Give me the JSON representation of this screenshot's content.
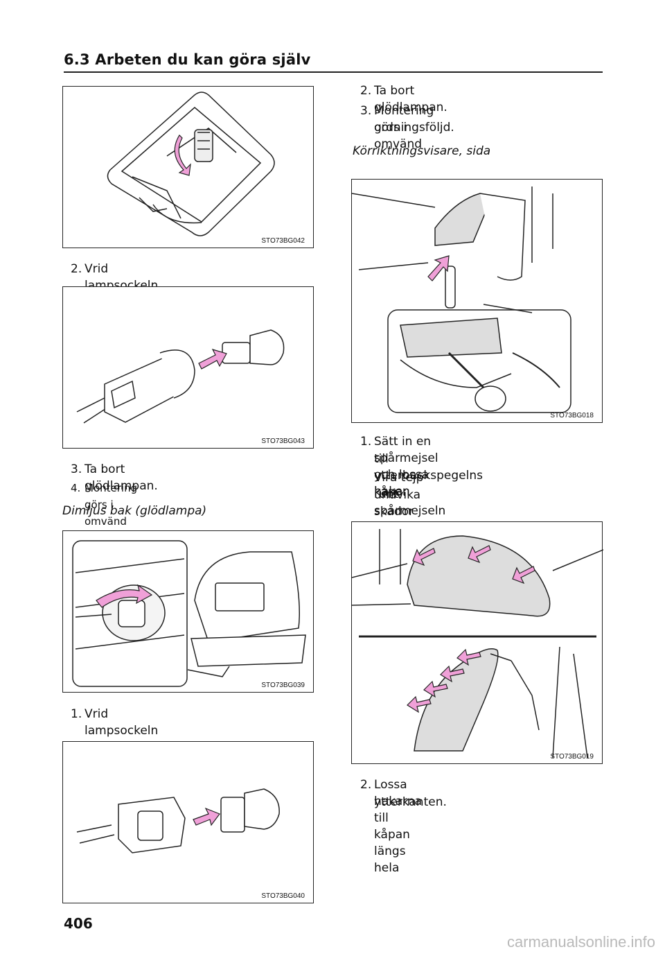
{
  "header": {
    "section_title": "6.3  Arbeten du kan göra själv"
  },
  "figures": {
    "fig1": "STO73BG042",
    "fig2": "STO73BG043",
    "fig3": "STO73BG039",
    "fig4": "STO73BG040",
    "fig5": "STO73BG018",
    "fig6": "STO73BG019"
  },
  "left": {
    "step_a": {
      "num": "2.",
      "text": "Vrid lampsockeln moturs."
    },
    "step_b": {
      "num": "3.",
      "text": "Ta bort glödlampan."
    },
    "step_c": {
      "num": "4.",
      "text": "Montering görs i omvänd ordningsföljd."
    },
    "subhead": "Dimljus bak (glödlampa)",
    "step_d": {
      "num": "1.",
      "text": "Vrid lampsockeln moturs."
    }
  },
  "right": {
    "step_a": {
      "num": "2.",
      "text": "Ta bort glödlampan."
    },
    "step_b": {
      "num": "3.",
      "line1": "Montering görs i omvänd",
      "line2": "ordningsföljd."
    },
    "subhead": "Körriktningsvisare, sida",
    "step_c": {
      "num": "1.",
      "line1": "Sätt in en spårmejsel och lossa haken",
      "line2": "till ytterbackspegelns kåpa.",
      "line3": "Vira tejp runt spårmejseln för att",
      "line4": "undvika skador på bilen."
    },
    "step_d": {
      "num": "2.",
      "line1": "Lossa hakarna till kåpan längs hela",
      "line2": "ytterkanten."
    }
  },
  "footer": {
    "page_number": "406",
    "watermark": "carmanualsonline.info"
  },
  "colors": {
    "arrow": "#f0a0d8",
    "line": "#222222"
  }
}
